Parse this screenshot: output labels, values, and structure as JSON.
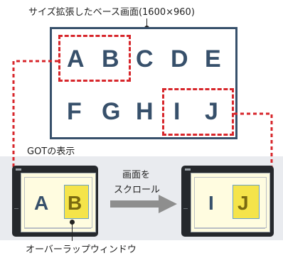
{
  "top_label": "サイズ拡張したベース画面(1600×960)",
  "row1_letters": [
    "A",
    "B",
    "C",
    "D",
    "E"
  ],
  "row2_letters": [
    "F",
    "G",
    "H",
    "I",
    "J"
  ],
  "got_label": "GOTの表示",
  "scroll_label_line1": "画面を",
  "scroll_label_line2": "スクロール",
  "got1_letters": [
    "A",
    "B"
  ],
  "got2_letters": [
    "I",
    "J"
  ],
  "overlap_label": "オーバーラップウィンドウ",
  "colors": {
    "frame": "#37506b",
    "dash": "#d7262b",
    "overlap_fill": "#f5e44a",
    "panel": "#e9ebef",
    "arrow": "#8e8e8e"
  }
}
